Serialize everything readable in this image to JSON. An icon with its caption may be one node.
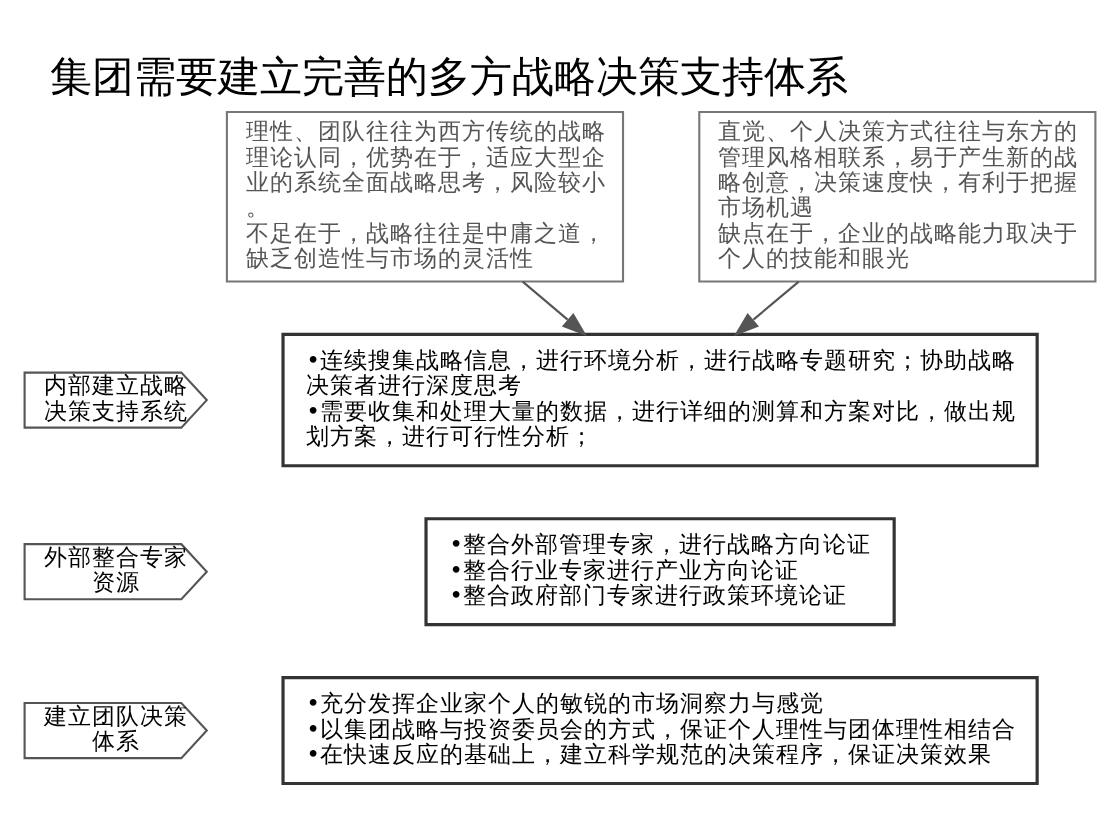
{
  "diagram": {
    "title": "集团需要建立完善的多方战略决策支持体系",
    "nodes": [
      {
        "text": [
          "理性、团队往往为西方传统的战略理论认同，优势在于，适应大型企业的系统全面战略思考，风险较小。",
          "不足在于，战略往往是中庸之道，缺乏创造性与市场的灵活性"
        ]
      },
      {
        "text": [
          "直觉、个人决策方式往往与东方的管理风格相联系，易于产生新的战略创意，决策速度快，有利于把握市场机遇",
          "缺点在于，企业的战略能力取决于个人的技能和眼光"
        ]
      },
      {
        "text": [
          "内部建立战略决策支持系统"
        ]
      },
      {
        "text": [
          "•连续搜集战略信息，进行环境分析，进行战略专题研究；协助战略决策者进行深度思考",
          "•需要收集和处理大量的数据，进行详细的测算和方案对比，做出规划方案，进行可行性分析；"
        ]
      },
      {
        "text": [
          "外部整合专家资源"
        ]
      },
      {
        "text": [
          "•整合外部管理专家，进行战略方向论证",
          "•整合行业专家进行产业方向论证",
          "•整合政府部门专家进行政策环境论证"
        ]
      },
      {
        "text": [
          "建立团队决策体系"
        ]
      },
      {
        "text": [
          "•充分发挥企业家个人的敏锐的市场洞察力与感觉",
          "•以集团战略与投资委员会的方式，保证个人理性与团体理性相结合",
          "•在快速反应的基础上，建立科学规范的决策程序，保证决策效果"
        ]
      }
    ],
    "edges": [
      {
        "from": 0,
        "to": 3,
        "arrow": "to"
      },
      {
        "from": 1,
        "to": 3,
        "arrow": "to"
      }
    ]
  }
}
